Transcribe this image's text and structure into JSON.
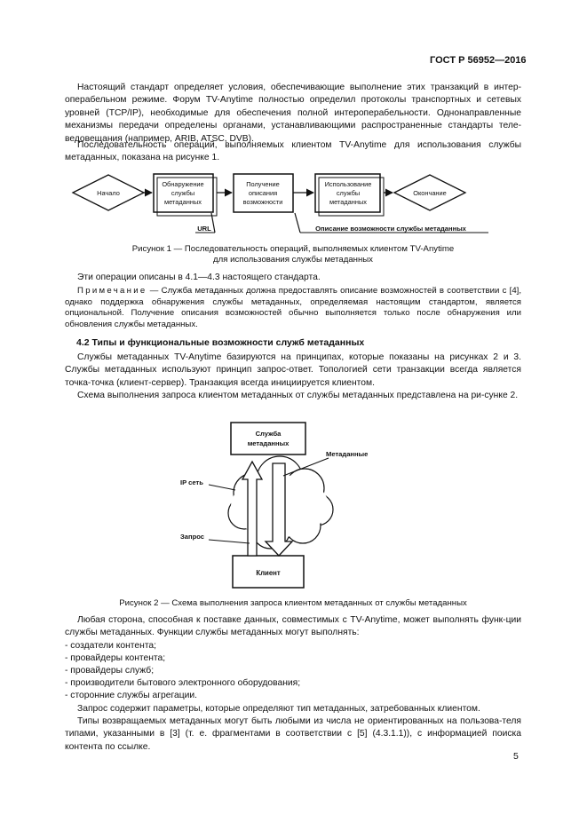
{
  "header": {
    "doc_id": "ГОСТ Р 56952—2016"
  },
  "paragraphs": [
    "Настоящий стандарт определяет условия, обеспечивающие выполнение этих транзакций в интер-операбельном режиме. Форум TV-Anytime полностью определил протоколы транспортных и сетевых уровней (TCP/IP), необходимые для обеспечения полной интероперабельности. Однонаправленные механизмы передачи определены органами, устанавливающими распространенные стандарты теле-ведовещания (например, ARIB, ATSC, DVB).",
    "Последовательность операций, выполняемых клиентом TV-Anytime для использования службы метаданных, показана на рисунке 1."
  ],
  "figure1": {
    "start": "Начало",
    "discovery": [
      "Обнаружение",
      "службы",
      "метаданных"
    ],
    "get_caps": [
      "Получение",
      "описания",
      "возможности"
    ],
    "use": [
      "Использование",
      "службы",
      "метаданных"
    ],
    "end": "Окончание",
    "url_label": "URL",
    "desc_label": "Описание возможности службы метаданных",
    "caption_line1": "Рисунок 1 — Последовательность операций, выполняемых клиентом TV-Anytime",
    "caption_line2": "для использования службы метаданных"
  },
  "after_fig1": "Эти операции описаны в 4.1—4.3 настоящего стандарта.",
  "note": {
    "prefix": "Примечание",
    "text": " — Служба метаданных должна предоставлять описание возможностей в соответствии с [4], однако поддержка обнаружения службы метаданных, определяемая настоящим стандартом, является опциональной. Получение описания возможностей обычно выполняется только после обнаружения или обновления службы метаданных."
  },
  "section": {
    "title": "4.2 Типы и функциональные возможности служб метаданных"
  },
  "section_paragraphs": [
    "Службы метаданных TV-Anytime базируются на принципах, которые показаны на рисунках 2 и 3. Службы метаданных используют принцип запрос-ответ. Топологией сети транзакции всегда является точка-точка (клиент-сервер). Транзакция всегда инициируется клиентом.",
    "Схема выполнения запроса клиентом метаданных от службы метаданных представлена на ри-сунке 2."
  ],
  "figure2": {
    "service": [
      "Служба",
      "метаданных"
    ],
    "metadata": "Метаданные",
    "ip_net": "IP сеть",
    "request": "Запрос",
    "client": "Клиент",
    "caption": "Рисунок 2 — Схема выполнения запроса клиентом метаданных от службы метаданных"
  },
  "body_after_fig2": [
    "Любая сторона, способная к поставке данных, совместимых с TV-Anytime, может выполнять функ-ции службы метаданных. Функции службы метаданных могут выполнять:"
  ],
  "list": [
    "- создатели контента;",
    "- провайдеры контента;",
    "- провайдеры служб;",
    "- производители бытового электронного оборудования;",
    "- сторонние службы агрегации."
  ],
  "closing": [
    "Запрос содержит параметры, которые определяют тип метаданных, затребованных клиентом.",
    "Типы возвращаемых метаданных могут быть любыми из числа не ориентированных на пользова-теля типами, указанными в [3] (т. е. фрагментами в соответствии с [5] (4.3.1.1)), с информацией поиска контента по ссылке."
  ],
  "page_number": "5"
}
